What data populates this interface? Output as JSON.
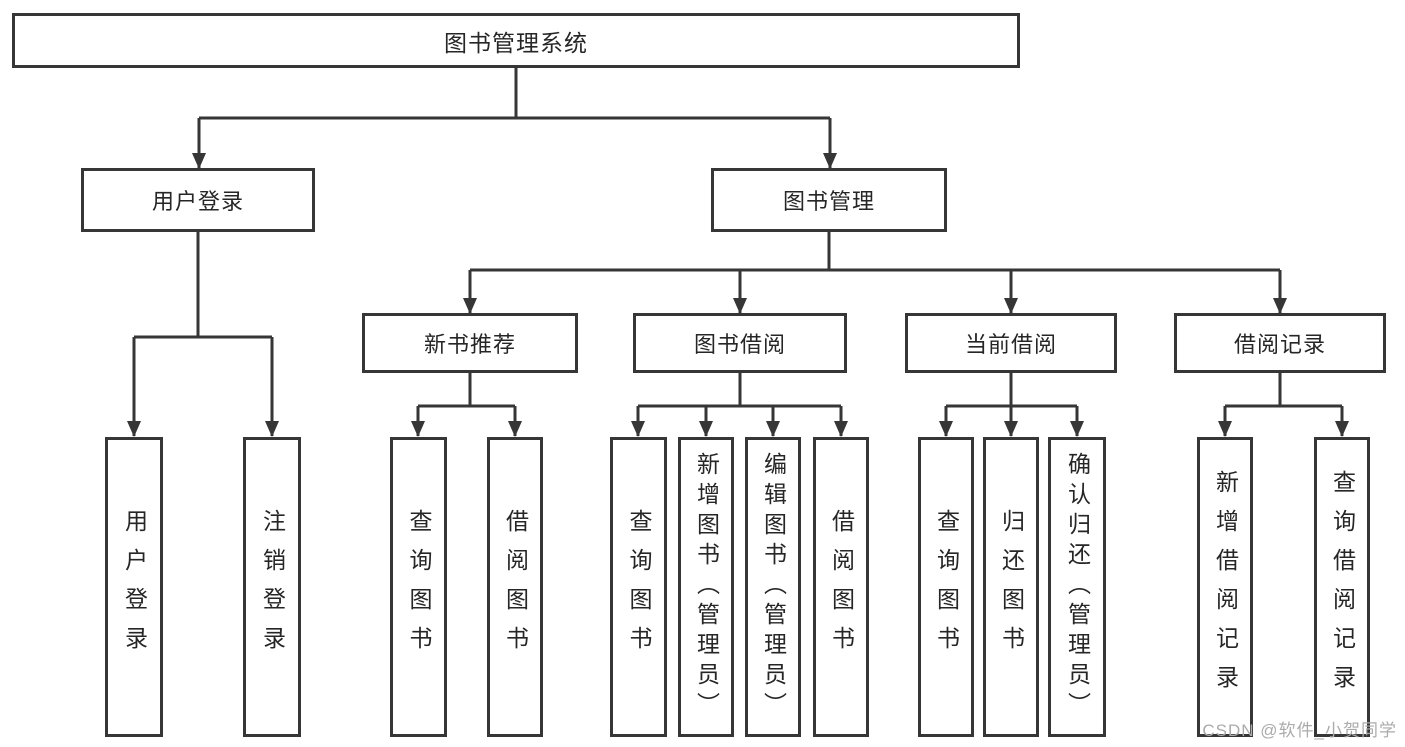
{
  "diagram": {
    "root": "图书管理系统",
    "user_branch": {
      "label": "用户登录",
      "leaves": [
        "用户登录",
        "注销登录"
      ]
    },
    "mgmt_branch": {
      "label": "图书管理",
      "children": [
        {
          "label": "新书推荐",
          "leaves": [
            "查询图书",
            "借阅图书"
          ]
        },
        {
          "label": "图书借阅",
          "leaves": [
            "查询图书",
            "新增图书（管理员）",
            "编辑图书（管理员）",
            "借阅图书"
          ]
        },
        {
          "label": "当前借阅",
          "leaves": [
            "查询图书",
            "归还图书",
            "确认归还（管理员）"
          ]
        },
        {
          "label": "借阅记录",
          "leaves": [
            "新增借阅记录",
            "查询借阅记录"
          ]
        }
      ]
    }
  },
  "watermark": "CSDN @软件_小贺同学",
  "colors": {
    "line": "#363636",
    "border": "#363636",
    "text": "#262626",
    "watermark": "#ababab",
    "background": "#ffffff"
  }
}
